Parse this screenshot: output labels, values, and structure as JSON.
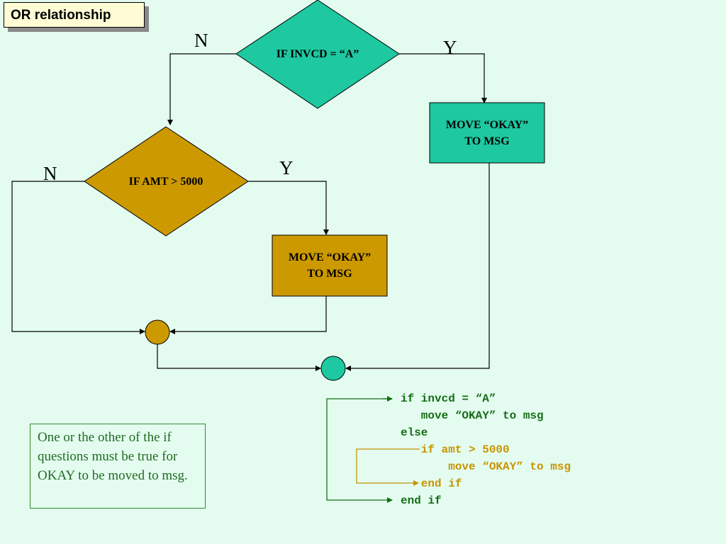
{
  "title": "OR relationship",
  "decision_1": {
    "text": "IF INVCD = “A”",
    "no_label": "N",
    "yes_label": "Y"
  },
  "action_1": {
    "line1": "MOVE “OKAY”",
    "line2": "TO MSG"
  },
  "decision_2": {
    "text": "IF AMT > 5000",
    "no_label": "N",
    "yes_label": "Y"
  },
  "action_2": {
    "line1": "MOVE “OKAY”",
    "line2": "TO MSG"
  },
  "note": "One or the other of the if questions must be true for OKAY to be moved to msg.",
  "code_lines": [
    "if invcd = “A”",
    "   move “OKAY” to msg",
    "else",
    "   if amt > 5000",
    "       move “OKAY” to msg",
    "   end if",
    "end if"
  ],
  "colors": {
    "background": "#e4fcf0",
    "teal": "#1ec8a0",
    "gold": "#cc9900",
    "code_green": "#156e15",
    "code_gold": "#c89400"
  }
}
